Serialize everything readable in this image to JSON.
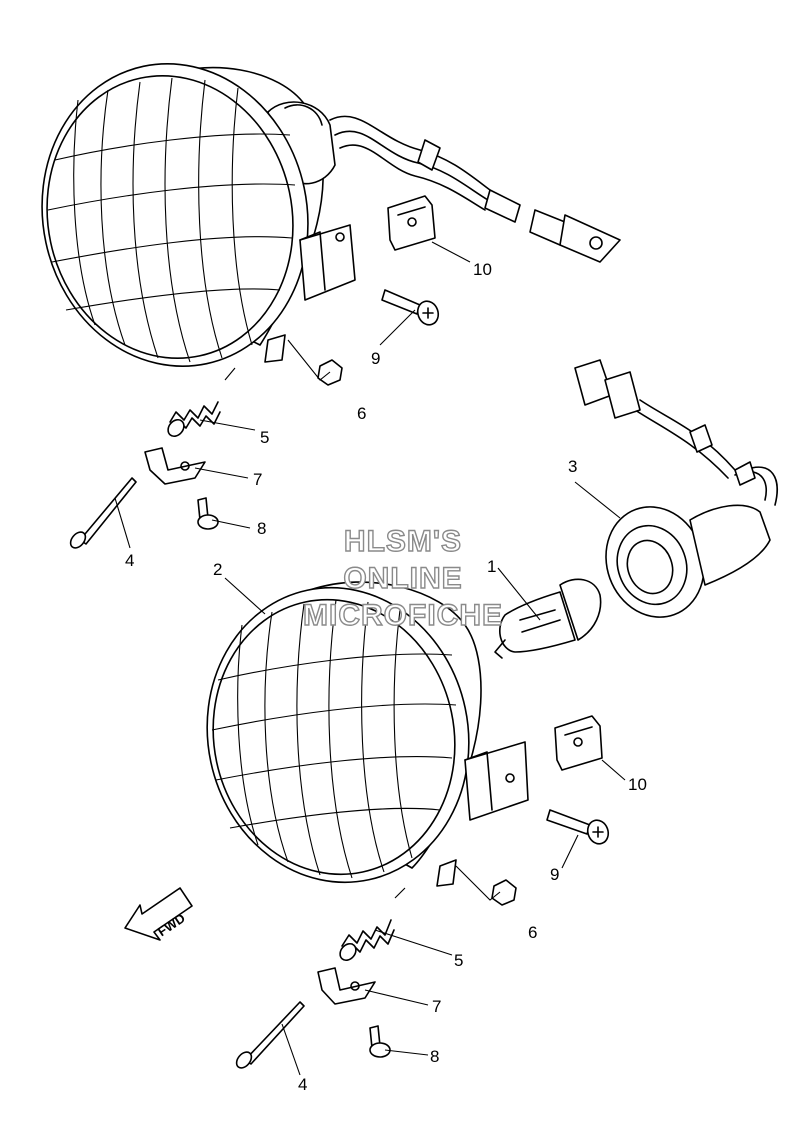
{
  "watermark": {
    "line1": "HLSM'S",
    "line2": "ONLINE",
    "line3": "MICROFICHE"
  },
  "direction_arrow": {
    "label": "FWD",
    "icon": "fwd-arrow-icon"
  },
  "callouts": {
    "c1": "1",
    "c2": "2",
    "c3": "3",
    "c4a": "4",
    "c4b": "4",
    "c5a": "5",
    "c5b": "5",
    "c6a": "6",
    "c6b": "6",
    "c7a": "7",
    "c7b": "7",
    "c8a": "8",
    "c8b": "8",
    "c9a": "9",
    "c9b": "9",
    "c10a": "10",
    "c10b": "10"
  }
}
